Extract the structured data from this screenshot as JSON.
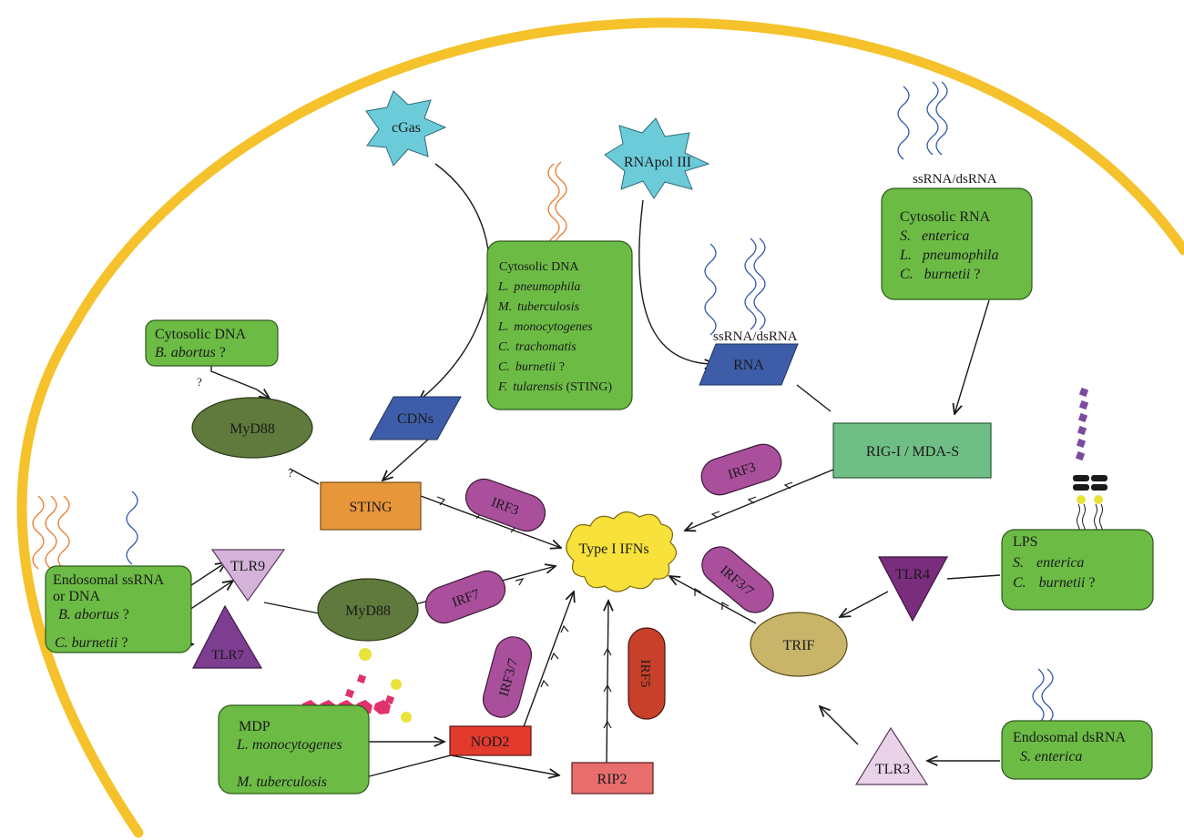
{
  "colors": {
    "membrane": "#f5c22c",
    "green_box": "#6cbb45",
    "green_box_stroke": "#2d5a1c",
    "cyan_star": "#6ccbd9",
    "blue_param": "#3d5da8",
    "myd88": "#5f7a3c",
    "sting": "#e8963a",
    "irf_purple": "#a94f9c",
    "irf5_red": "#c8402a",
    "ifn_yellow": "#f7e13a",
    "rigi": "#6fbe85",
    "tlr9": "#d3b3d8",
    "tlr7": "#7d3d90",
    "tlr4": "#7a2d7c",
    "tlr3": "#e8d3e8",
    "trif": "#c8b56a",
    "nod2": "#e23b2e",
    "rip2": "#e86e6e",
    "dna_orange": "#e57a2a",
    "rna_blue": "#2d5aa6",
    "lps_purple": "#7b4aa0",
    "mdp_pink": "#e0336b",
    "mdp_yellow": "#e9e23a"
  },
  "nodes": {
    "cgas": "cGas",
    "rnapol": "RNApol III",
    "cdns": "CDNs",
    "rna": "RNA",
    "sting": "STING",
    "myd88_top": "MyD88",
    "myd88_mid": "MyD88",
    "rigi": "RIG-I / MDA-S",
    "type1ifn": "Type I IFNs",
    "irf3_left": "IRF3",
    "irf3_right": "IRF3",
    "irf7": "IRF7",
    "irf37_left": "IRF3/7",
    "irf37_right": "IRF3/7",
    "irf5": "IRF5",
    "tlr9": "TLR9",
    "tlr7": "TLR7",
    "tlr4": "TLR4",
    "tlr3": "TLR3",
    "trif": "TRIF",
    "nod2": "NOD2",
    "rip2": "RIP2"
  },
  "labels": {
    "ssrna_top_right": "ssRNA/dsRNA",
    "ssrna_mid": "ssRNA/dsRNA",
    "q_small_1": "?",
    "q_small_2": "?"
  },
  "boxes": {
    "cyto_dna_center": {
      "title": "Cytosolic DNA",
      "rows": [
        {
          "a": "L.",
          "b": "pneumophila",
          "c": ""
        },
        {
          "a": "M.",
          "b": "tuberculosis",
          "c": ""
        },
        {
          "a": "L.",
          "b": "monocytogenes",
          "c": ""
        },
        {
          "a": "C.",
          "b": "trachomatis",
          "c": ""
        },
        {
          "a": "C.",
          "b": "burnetii",
          "c": " ?"
        },
        {
          "a": "F.",
          "b": "tularensis",
          "c": "  (STING)"
        }
      ]
    },
    "cyto_dna_left": {
      "title": "Cytosolic DNA",
      "rows": [
        {
          "a": "B.",
          "b": "abortus",
          "c": " ?"
        }
      ]
    },
    "cyto_rna": {
      "title": "Cytosolic RNA",
      "rows": [
        {
          "a": "S.",
          "b": "enterica",
          "c": ""
        },
        {
          "a": "L.",
          "b": "pneumophila",
          "c": ""
        },
        {
          "a": "C.",
          "b": "burnetii",
          "c": " ?"
        }
      ]
    },
    "endosomal": {
      "title1": "Endosomal ssRNA",
      "title2": "or DNA",
      "rows": [
        {
          "a": "B.",
          "b": "abortus",
          "c": " ?"
        },
        {
          "a": "C.",
          "b": "burnetii",
          "c": " ?"
        }
      ]
    },
    "lps": {
      "title": "LPS",
      "rows": [
        {
          "a": "S.",
          "b": "enterica",
          "c": ""
        },
        {
          "a": "C.",
          "b": "burnetii",
          "c": " ?"
        }
      ]
    },
    "endo_dsrna": {
      "title": "Endosomal dsRNA",
      "rows": [
        {
          "a": "S.",
          "b": "enterica",
          "c": ""
        }
      ]
    },
    "mdp": {
      "title": "MDP",
      "rows": [
        {
          "a": "L.",
          "b": "monocytogenes",
          "c": ""
        },
        {
          "a": "M.",
          "b": "tuberculosis",
          "c": ""
        }
      ]
    }
  }
}
